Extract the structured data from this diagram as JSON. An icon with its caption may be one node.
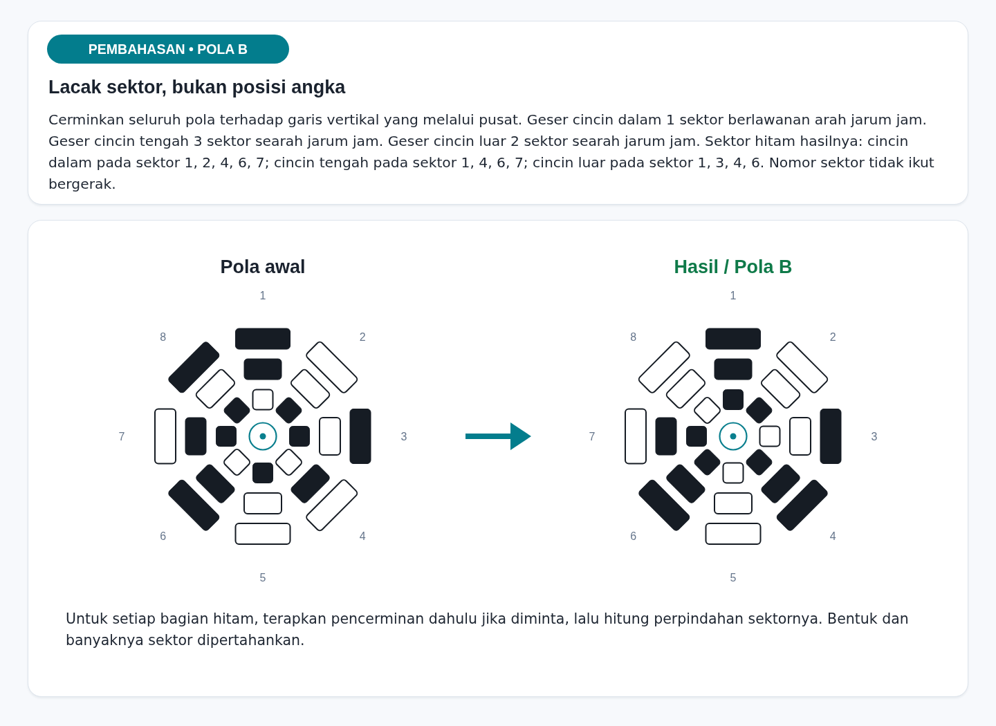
{
  "diagram": {
    "title": "Lacak sektor, bukan posisi angka",
    "caption": "Untuk setiap bagian hitam, terapkan pencerminan dahulu jika diminta, lalu hitung perpindahan sektornya. Bentuk dan banyaknya sektor dipertahankan.",
    "nodes": [
      {
        "text": [
          "Pola awal",
          "1",
          "2",
          "3",
          "4",
          "5",
          "6",
          "7",
          "8"
        ]
      },
      {
        "text": [
          "Hasil / Pola B",
          "1",
          "2",
          "3",
          "4",
          "5",
          "6",
          "7",
          "8"
        ]
      }
    ],
    "edges": [
      {
        "from": 0,
        "to": 1,
        "arrow": "to"
      }
    ],
    "labels": [
      "PEMBAHASAN • POLA B",
      "Cerminkan seluruh pola terhadap garis vertikal yang melalui pusat. Geser cincin dalam 1 sektor berlawanan arah jarum jam. Geser cincin tengah 3 sektor searah jarum jam. Geser cincin luar 2 sektor searah jarum jam. Sektor hitam hasilnya: cincin dalam pada sektor 1, 2, 4, 6, 7; cincin tengah pada sektor 1, 4, 6, 7; cincin luar pada sektor 1, 3, 4, 6. Nomor sektor tidak ikut bergerak."
    ]
  }
}
